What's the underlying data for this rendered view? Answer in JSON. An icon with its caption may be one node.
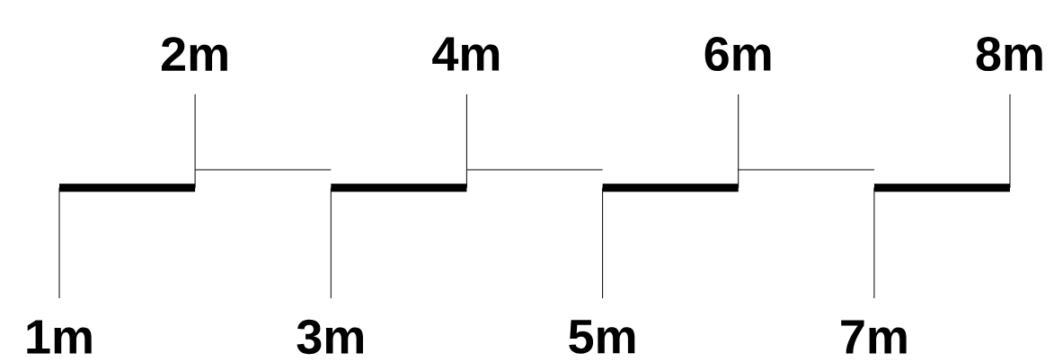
{
  "diagram": {
    "labels": [
      "1m",
      "2m",
      "3m",
      "4m",
      "5m",
      "6m",
      "7m",
      "8m"
    ]
  }
}
